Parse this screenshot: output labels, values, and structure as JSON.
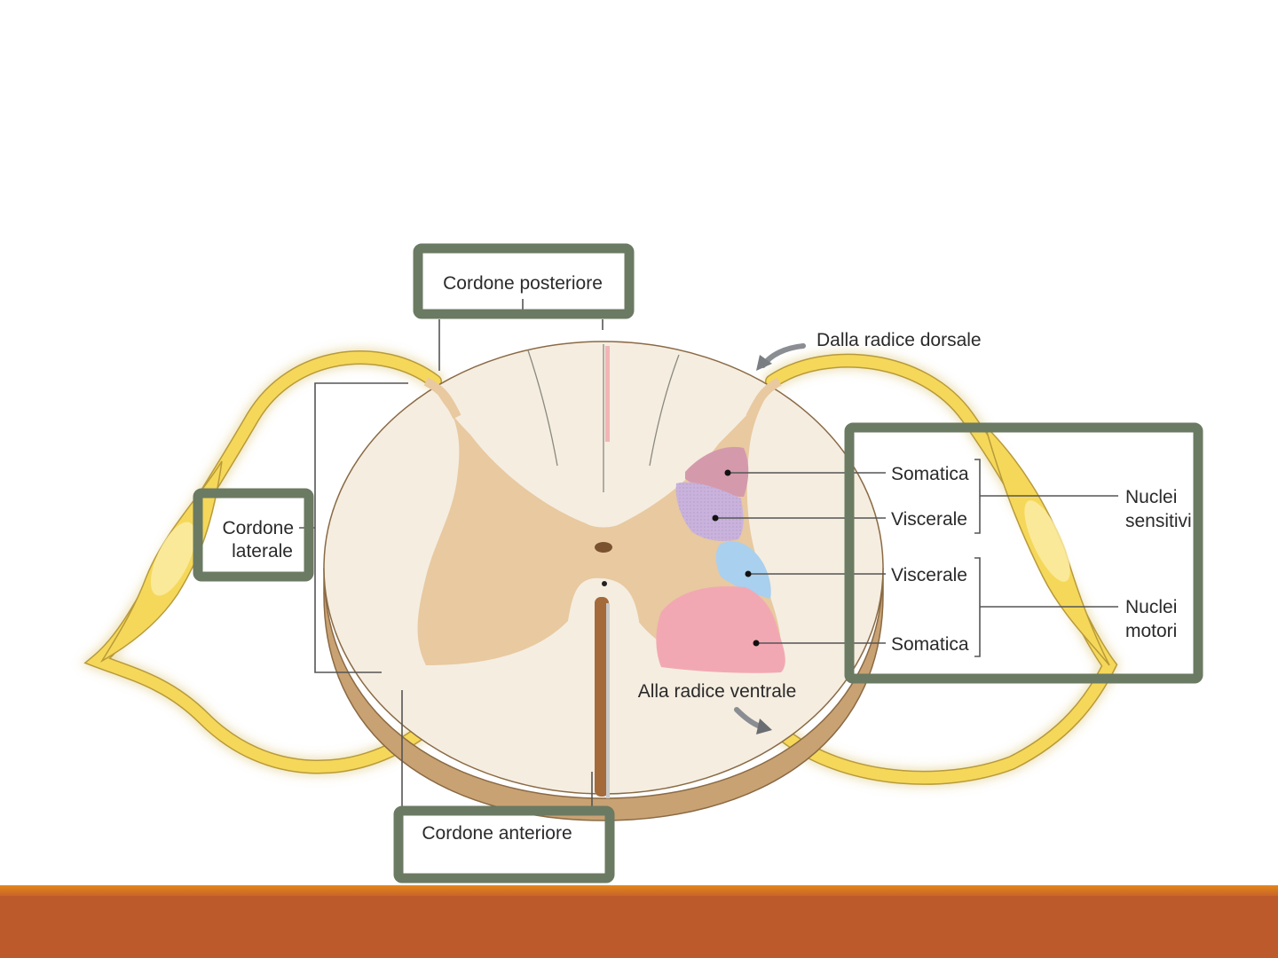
{
  "diagram": {
    "labels": {
      "posterior": "Cordone posteriore",
      "lateral_1": "Cordone",
      "lateral_2": "laterale",
      "anterior": "Cordone anteriore",
      "dorsal_root": "Dalla radice dorsale",
      "ventral_root": "Alla radice ventrale",
      "somatic_sensory": "Somatica",
      "visceral_sensory": "Viscerale",
      "visceral_motor": "Viscerale",
      "somatic_motor": "Somatica",
      "sensory_nuclei_1": "Nuclei",
      "sensory_nuclei_2": "sensitivi",
      "motor_nuclei_1": "Nuclei",
      "motor_nuclei_2": "motori"
    },
    "colors": {
      "highlight_box": "#6b7a62",
      "white_matter": "#f5ede0",
      "grey_matter": "#e8c9a0",
      "nerve": "#f5d85a",
      "somatic_sensory": "#d49aac",
      "visceral_sensory": "#c9b3dc",
      "visceral_motor": "#a9d0ee",
      "somatic_motor": "#f2a8b2",
      "footer": "#bd5a2c",
      "footer_accent": "#e3861a"
    }
  }
}
